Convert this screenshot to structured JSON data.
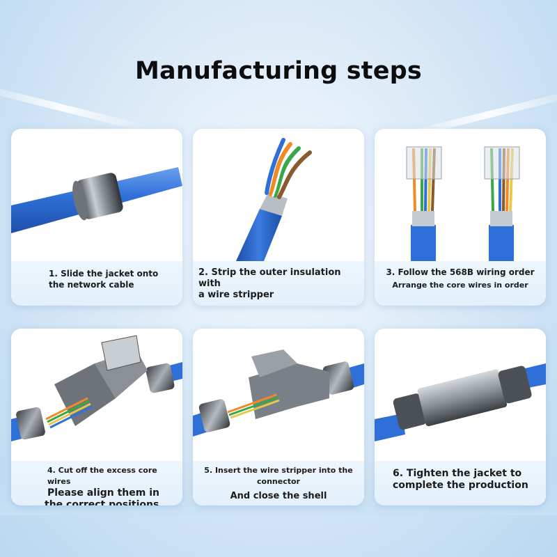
{
  "title": "Manufacturing steps",
  "steps": [
    {
      "lines": [
        "1. Slide the jacket onto",
        "the network cable"
      ]
    },
    {
      "lines": [
        "2. Strip the outer insulation with",
        "a wire stripper"
      ]
    },
    {
      "lines": [
        "3. Follow the 568B wiring order",
        "Arrange the core wires in order"
      ]
    },
    {
      "lines": [
        "4. Cut off the excess core wires",
        "Please align them in",
        "the correct positions."
      ]
    },
    {
      "lines": [
        "5. Insert the wire stripper into the connector",
        "And close the shell"
      ]
    },
    {
      "lines": [
        "6. Tighten the jacket to",
        "complete the production"
      ]
    }
  ],
  "colors": {
    "cable_blue": "#2f6fd8",
    "metal": "#8a9096",
    "caption_bg": "#e6f1fb"
  }
}
